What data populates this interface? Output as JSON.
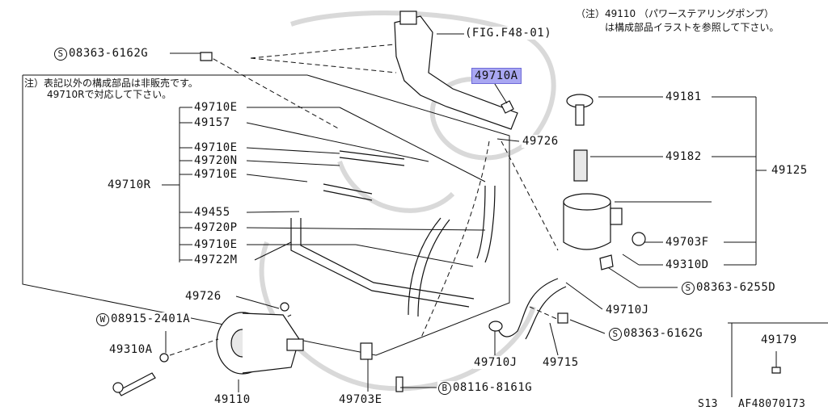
{
  "notes": {
    "top_right_line1": "（注）49110 （パワーステアリングポンプ）",
    "top_right_line2": "は構成部品イラストを参照して下さい。",
    "left_line1": "注）表記以外の構成部品は非販売です。",
    "left_line2": "49710Rで対応して下さい。"
  },
  "labels": {
    "fig_ref": "(FIG.F48-01)",
    "s_symbol": "S",
    "w_symbol": "W",
    "b_symbol": "B",
    "bolt_08363_6162g_top": "08363-6162G",
    "p_49710a": "49710A",
    "p_49710e_1": "49710E",
    "p_49157": "49157",
    "p_49710e_2": "49710E",
    "p_49720n": "49720N",
    "p_49710e_3": "49710E",
    "p_49710r": "49710R",
    "p_49455": "49455",
    "p_49720p": "49720P",
    "p_49710e_4": "49710E",
    "p_49722m": "49722M",
    "p_49726_top": "49726",
    "p_49726_left": "49726",
    "p_49181": "49181",
    "p_49182": "49182",
    "p_49125": "49125",
    "p_49703f": "49703F",
    "p_49310d": "49310D",
    "bolt_08363_6255d": "08363-6255D",
    "p_49710j_right": "49710J",
    "bolt_08363_6162g_mid": "08363-6162G",
    "p_49710j_bottom": "49710J",
    "p_49715": "49715",
    "washer_08915_2401a": "08915-2401A",
    "p_49310a": "49310A",
    "p_49110": "49110",
    "p_49703e": "49703E",
    "bolt_08116_8161g": "08116-8161G",
    "p_49179": "49179",
    "footer_s13": "S13",
    "footer_code": "AF48070173"
  },
  "colors": {
    "highlight": "#a9a7f2",
    "line": "#111111"
  }
}
